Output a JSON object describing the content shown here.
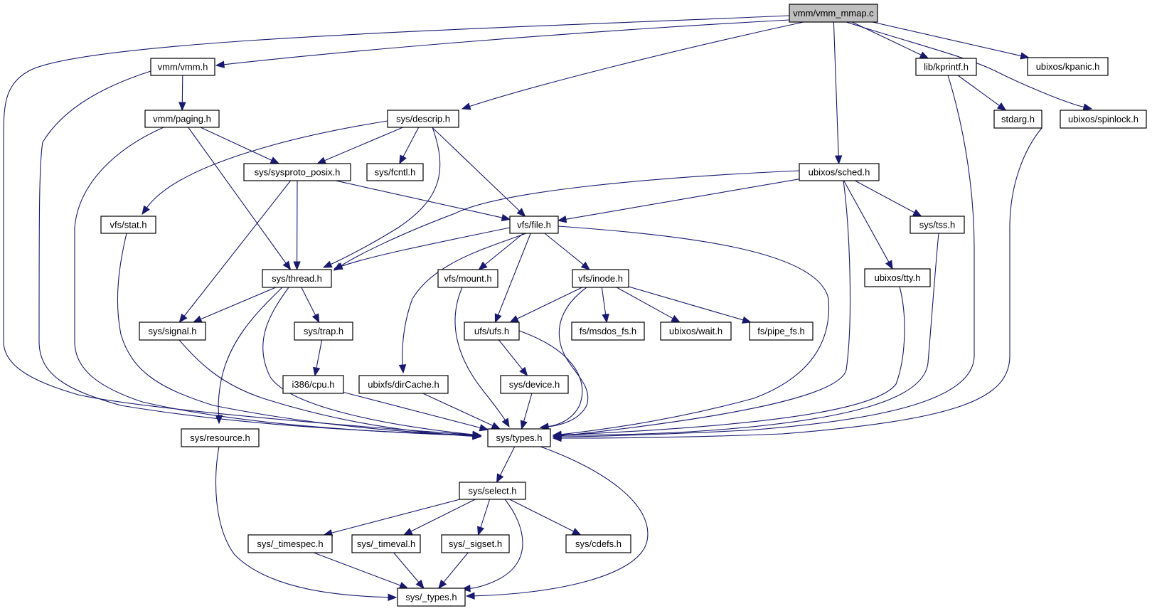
{
  "diagram": {
    "type": "include-dependency-graph",
    "root": "vmm/vmm_mmap.c",
    "colors": {
      "edge": "#191970",
      "root_fill": "#bfbfbf",
      "node_fill": "#ffffff",
      "node_border": "#000000"
    },
    "nodes": [
      {
        "id": "vmm_mmap",
        "label": "vmm/vmm_mmap.c",
        "root": true
      },
      {
        "id": "vmm_h",
        "label": "vmm/vmm.h"
      },
      {
        "id": "paging_h",
        "label": "vmm/paging.h"
      },
      {
        "id": "descrip_h",
        "label": "sys/descrip.h"
      },
      {
        "id": "kprintf_h",
        "label": "lib/kprintf.h"
      },
      {
        "id": "kpanic_h",
        "label": "ubixos/kpanic.h"
      },
      {
        "id": "stdarg_h",
        "label": "stdarg.h"
      },
      {
        "id": "spinlock_h",
        "label": "ubixos/spinlock.h"
      },
      {
        "id": "sched_h",
        "label": "ubixos/sched.h"
      },
      {
        "id": "sysproto_h",
        "label": "sys/sysproto_posix.h"
      },
      {
        "id": "fcntl_h",
        "label": "sys/fcntl.h"
      },
      {
        "id": "stat_h",
        "label": "vfs/stat.h"
      },
      {
        "id": "file_h",
        "label": "vfs/file.h"
      },
      {
        "id": "tss_h",
        "label": "sys/tss.h"
      },
      {
        "id": "thread_h",
        "label": "sys/thread.h"
      },
      {
        "id": "mount_h",
        "label": "vfs/mount.h"
      },
      {
        "id": "inode_h",
        "label": "vfs/inode.h"
      },
      {
        "id": "tty_h",
        "label": "ubixos/tty.h"
      },
      {
        "id": "signal_h",
        "label": "sys/signal.h"
      },
      {
        "id": "trap_h",
        "label": "sys/trap.h"
      },
      {
        "id": "ufs_h",
        "label": "ufs/ufs.h"
      },
      {
        "id": "msdos_h",
        "label": "fs/msdos_fs.h"
      },
      {
        "id": "wait_h",
        "label": "ubixos/wait.h"
      },
      {
        "id": "pipe_h",
        "label": "fs/pipe_fs.h"
      },
      {
        "id": "cpu_h",
        "label": "i386/cpu.h"
      },
      {
        "id": "dircache_h",
        "label": "ubixfs/dirCache.h"
      },
      {
        "id": "device_h",
        "label": "sys/device.h"
      },
      {
        "id": "resource_h",
        "label": "sys/resource.h"
      },
      {
        "id": "types_h",
        "label": "sys/types.h"
      },
      {
        "id": "select_h",
        "label": "sys/select.h"
      },
      {
        "id": "timespec_h",
        "label": "sys/_timespec.h"
      },
      {
        "id": "timeval_h",
        "label": "sys/_timeval.h"
      },
      {
        "id": "sigset_h",
        "label": "sys/_sigset.h"
      },
      {
        "id": "cdefs_h",
        "label": "sys/cdefs.h"
      },
      {
        "id": "_types_h",
        "label": "sys/_types.h"
      }
    ],
    "edges": [
      [
        "vmm_mmap",
        "vmm_h"
      ],
      [
        "vmm_mmap",
        "descrip_h"
      ],
      [
        "vmm_mmap",
        "kprintf_h"
      ],
      [
        "vmm_mmap",
        "kpanic_h"
      ],
      [
        "vmm_mmap",
        "spinlock_h"
      ],
      [
        "vmm_mmap",
        "sched_h"
      ],
      [
        "vmm_mmap",
        "types_h"
      ],
      [
        "vmm_h",
        "paging_h"
      ],
      [
        "vmm_h",
        "types_h"
      ],
      [
        "paging_h",
        "sysproto_h"
      ],
      [
        "paging_h",
        "thread_h"
      ],
      [
        "paging_h",
        "types_h"
      ],
      [
        "descrip_h",
        "sysproto_h"
      ],
      [
        "descrip_h",
        "fcntl_h"
      ],
      [
        "descrip_h",
        "stat_h"
      ],
      [
        "descrip_h",
        "file_h"
      ],
      [
        "descrip_h",
        "thread_h"
      ],
      [
        "kprintf_h",
        "stdarg_h"
      ],
      [
        "kprintf_h",
        "types_h"
      ],
      [
        "spinlock_h",
        "types_h"
      ],
      [
        "sched_h",
        "file_h"
      ],
      [
        "sched_h",
        "thread_h"
      ],
      [
        "sched_h",
        "tss_h"
      ],
      [
        "sched_h",
        "tty_h"
      ],
      [
        "sched_h",
        "types_h"
      ],
      [
        "sysproto_h",
        "thread_h"
      ],
      [
        "sysproto_h",
        "signal_h"
      ],
      [
        "sysproto_h",
        "file_h"
      ],
      [
        "stat_h",
        "types_h"
      ],
      [
        "file_h",
        "thread_h"
      ],
      [
        "file_h",
        "mount_h"
      ],
      [
        "file_h",
        "inode_h"
      ],
      [
        "file_h",
        "ufs_h"
      ],
      [
        "file_h",
        "dircache_h"
      ],
      [
        "file_h",
        "types_h"
      ],
      [
        "tss_h",
        "types_h"
      ],
      [
        "thread_h",
        "signal_h"
      ],
      [
        "thread_h",
        "trap_h"
      ],
      [
        "thread_h",
        "resource_h"
      ],
      [
        "thread_h",
        "types_h"
      ],
      [
        "mount_h",
        "types_h"
      ],
      [
        "inode_h",
        "ufs_h"
      ],
      [
        "inode_h",
        "msdos_h"
      ],
      [
        "inode_h",
        "wait_h"
      ],
      [
        "inode_h",
        "pipe_h"
      ],
      [
        "inode_h",
        "types_h"
      ],
      [
        "tty_h",
        "types_h"
      ],
      [
        "signal_h",
        "types_h"
      ],
      [
        "trap_h",
        "cpu_h"
      ],
      [
        "ufs_h",
        "device_h"
      ],
      [
        "ufs_h",
        "types_h"
      ],
      [
        "cpu_h",
        "types_h"
      ],
      [
        "dircache_h",
        "types_h"
      ],
      [
        "device_h",
        "types_h"
      ],
      [
        "resource_h",
        "_types_h"
      ],
      [
        "types_h",
        "select_h"
      ],
      [
        "types_h",
        "_types_h"
      ],
      [
        "select_h",
        "timespec_h"
      ],
      [
        "select_h",
        "timeval_h"
      ],
      [
        "select_h",
        "sigset_h"
      ],
      [
        "select_h",
        "cdefs_h"
      ],
      [
        "select_h",
        "_types_h"
      ],
      [
        "timespec_h",
        "_types_h"
      ],
      [
        "timeval_h",
        "_types_h"
      ],
      [
        "sigset_h",
        "_types_h"
      ]
    ]
  }
}
